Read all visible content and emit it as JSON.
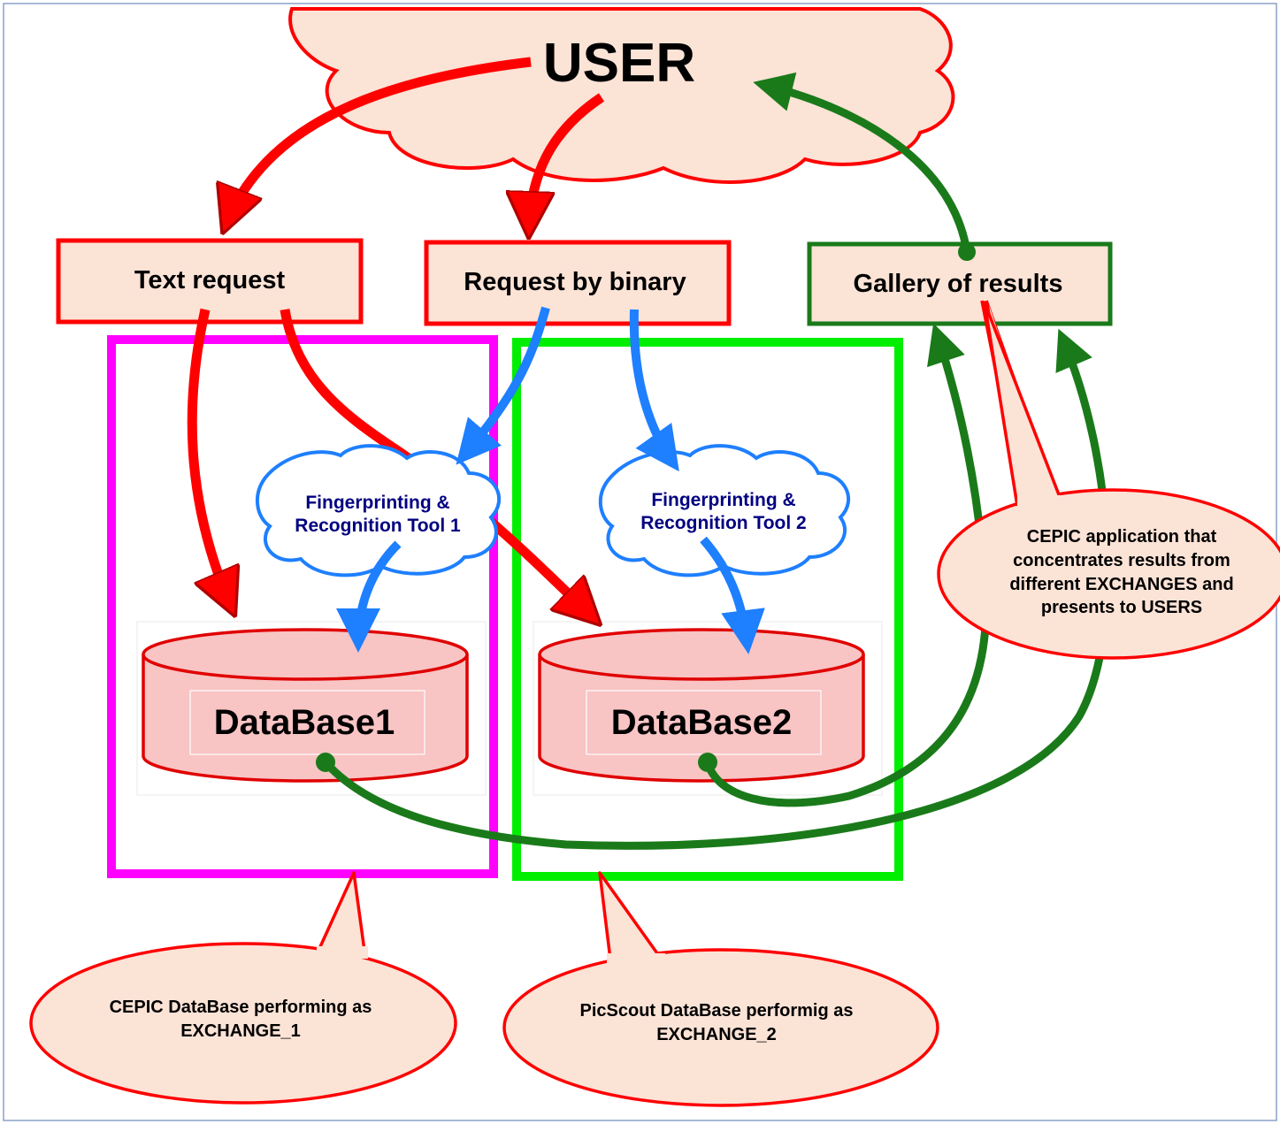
{
  "user": {
    "label": "USER"
  },
  "requests": {
    "text": "Text request",
    "binary": "Request by binary",
    "gallery": "Gallery of results"
  },
  "tools": {
    "tool1": [
      "Fingerprinting &",
      "Recognition Tool 1"
    ],
    "tool2": [
      "Fingerprinting &",
      "Recognition Tool 2"
    ]
  },
  "databases": {
    "db1": "DataBase1",
    "db2": "DataBase2"
  },
  "callouts": {
    "cepic_app": [
      "CEPIC application that",
      "concentrates results from",
      "different EXCHANGES and",
      "presents to USERS"
    ],
    "exchange1": [
      "CEPIC DataBase performing as",
      "EXCHANGE_1"
    ],
    "exchange2": [
      "PicScout  DataBase performig as",
      "EXCHANGE_2"
    ]
  },
  "colors": {
    "request_arrow": "#ff0000",
    "binary_arrow": "#1e7fff",
    "result_arrow": "#1a7a1a",
    "exchange1_frame": "#ff00ff",
    "exchange2_frame": "#00ee00",
    "fill_peach": "#fbe3d6",
    "db_fill": "#f8c4c4",
    "tool_text": "#000080"
  }
}
